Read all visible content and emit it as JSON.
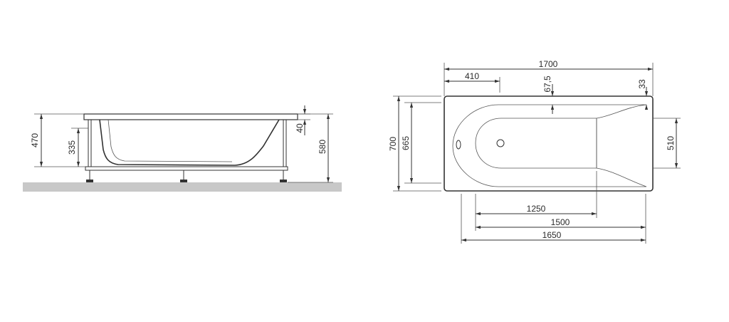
{
  "colors": {
    "ground": "#c8c8c8",
    "line": "#333333",
    "background": "#ffffff"
  },
  "side_view": {
    "dimensions": {
      "total_height": "470",
      "frame_height": "335",
      "rim_thickness": "40",
      "height_with_legs": "580"
    }
  },
  "top_view": {
    "dimensions": {
      "overall_length": "1700",
      "drain_offset": "410",
      "rim_top": "67,5",
      "rim_corner": "33",
      "overall_width": "700",
      "inner_width": "665",
      "foot_width": "510",
      "inner_length": "1250",
      "panel_length": "1500",
      "frame_length": "1650"
    }
  }
}
